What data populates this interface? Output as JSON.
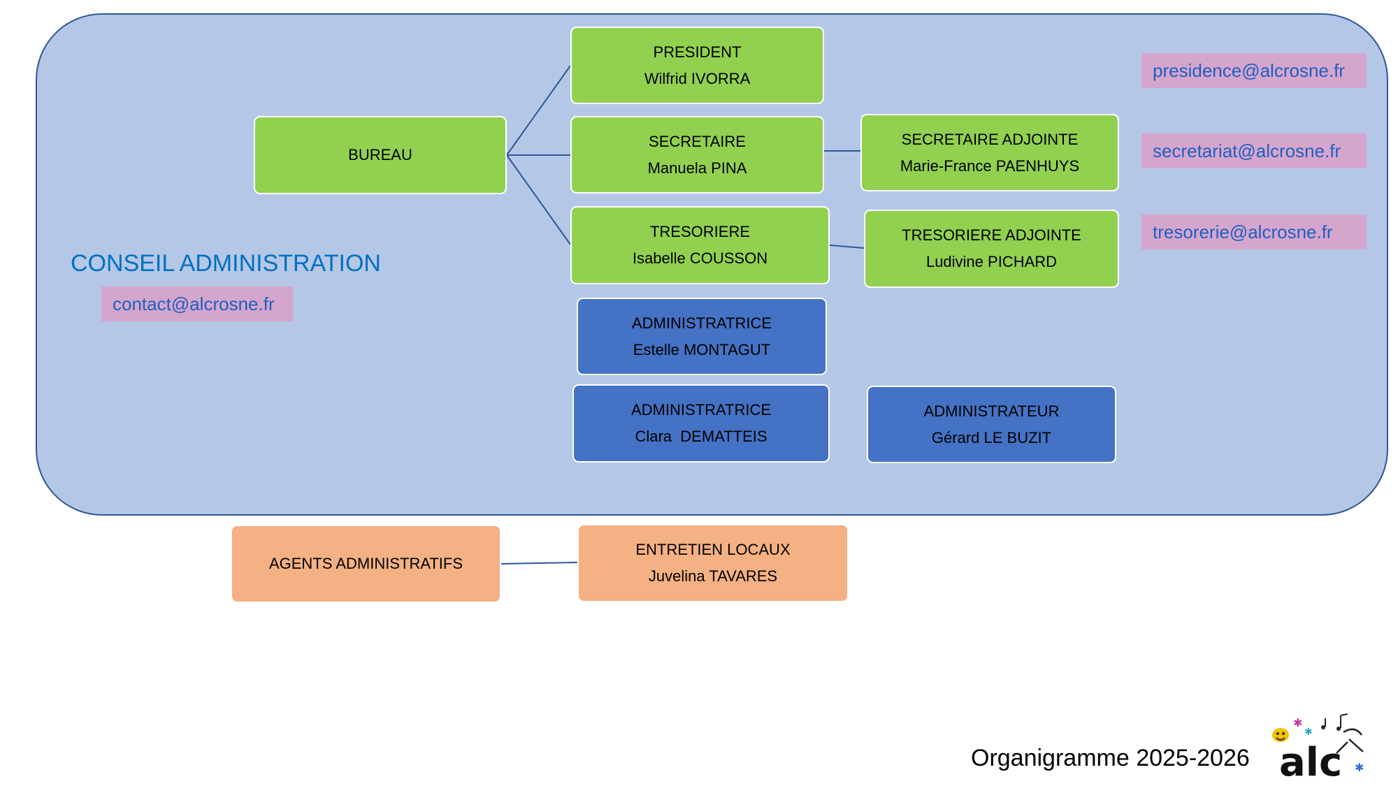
{
  "conseil": {
    "title": "CONSEIL ADMINISTRATION",
    "email": "contact@alcrosne.fr"
  },
  "bureau": {
    "label": "BUREAU"
  },
  "president": {
    "role": "PRESIDENT",
    "name": "Wilfrid IVORRA",
    "email": "presidence@alcrosne.fr"
  },
  "secretaire": {
    "role": "SECRETAIRE",
    "name": "Manuela PINA",
    "email": "secretariat@alcrosne.fr"
  },
  "secretaire_adjointe": {
    "role": "SECRETAIRE ADJOINTE",
    "name": "Marie-France PAENHUYS"
  },
  "tresoriere": {
    "role": "TRESORIERE",
    "name": "Isabelle COUSSON",
    "email": "tresorerie@alcrosne.fr"
  },
  "tresoriere_adjointe": {
    "role": "TRESORIERE ADJOINTE",
    "name": "Ludivine PICHARD"
  },
  "administratrice_1": {
    "role": "ADMINISTRATRICE",
    "name": "Estelle MONTAGUT"
  },
  "administratrice_2": {
    "role": "ADMINISTRATRICE",
    "name": "Clara  DEMATTEIS"
  },
  "administrateur": {
    "role": "ADMINISTRATEUR",
    "name": "Gérard LE BUZIT"
  },
  "agents": {
    "label": "AGENTS ADMINISTRATIFS"
  },
  "entretien": {
    "role": "ENTRETIEN LOCAUX",
    "name": "Juvelina TAVARES"
  },
  "footer": {
    "title": "Organigramme 2025-2026"
  },
  "logo": {
    "text": "alc"
  },
  "colors": {
    "board_fill": "#b4c7e7",
    "board_border": "#2f5597",
    "bureau_green": "#92d050",
    "admin_blue": "#4472c4",
    "agents_orange": "#f4b183",
    "email_bg": "#d5a6cd",
    "email_text": "#1f5fbf",
    "title_blue": "#0070c0"
  }
}
